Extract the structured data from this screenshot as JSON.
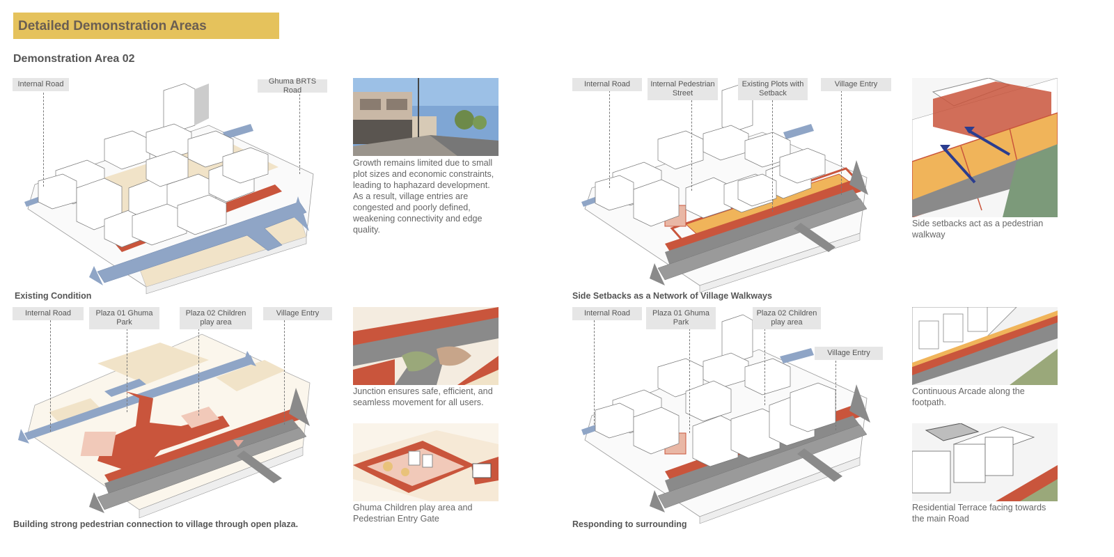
{
  "header": {
    "title": "Detailed Demonstration Areas",
    "subtitle": "Demonstration Area 02"
  },
  "colors": {
    "accent_yellow": "#e5c25c",
    "road_red": "#c9553c",
    "road_gray": "#8a8a8a",
    "arrow_blue": "#8fa5c6",
    "plot_orange": "#f0b45a",
    "sand": "#f1e3c8",
    "label_bg": "#e6e6e6"
  },
  "panels": [
    {
      "caption": "Existing Condition",
      "tags": [
        "Internal Road",
        "Ghuma BRTS Road"
      ]
    },
    {
      "caption": "Side Setbacks as a Network of Village Walkways",
      "tags": [
        "Internal Road",
        "Internal Pedestrian Street",
        "Existing Plots with Setback",
        "Village Entry"
      ]
    },
    {
      "caption": "Building strong pedestrian connection to village through open plaza.",
      "tags": [
        "Internal Road",
        "Plaza 01 Ghuma Park",
        "Plaza 02 Children play area",
        "Village Entry"
      ]
    },
    {
      "caption": "Responding to surrounding",
      "tags": [
        "Internal Road",
        "Plaza 01 Ghuma Park",
        "Plaza 02 Children play area",
        "Village Entry"
      ]
    }
  ],
  "details": [
    {
      "text": "Growth remains limited due to small plot sizes and economic constraints, leading to haphazard development. As a result, village entries are congested and poorly defined, weakening connectivity and edge quality."
    },
    {
      "text": "Side setbacks act as a pedestrian walkway"
    },
    {
      "text": "Junction ensures safe, efficient, and seamless movement for all users."
    },
    {
      "text": "Ghuma Children play area and Pedestrian Entry Gate"
    },
    {
      "text": "Continuous Arcade along the footpath."
    },
    {
      "text": "Residential Terrace facing towards the main Road"
    }
  ]
}
